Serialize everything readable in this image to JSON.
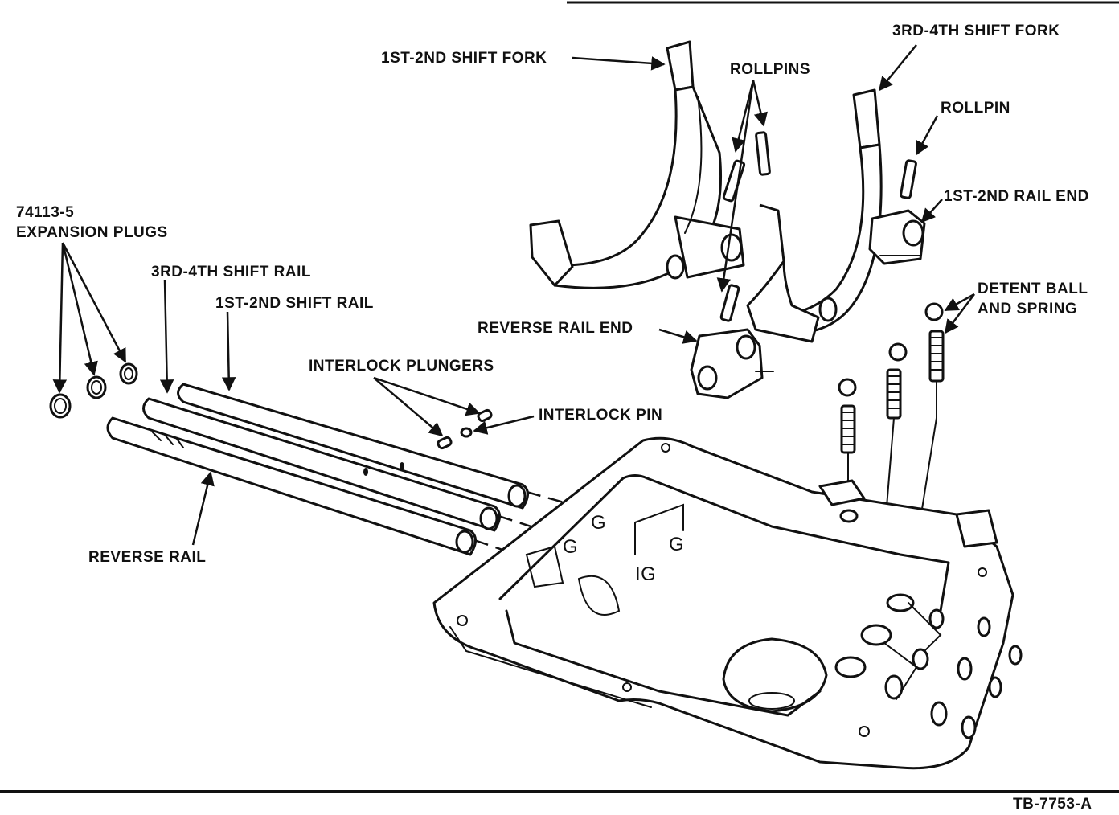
{
  "labels": {
    "fork_12": "1ST-2ND SHIFT FORK",
    "fork_34": "3RD-4TH SHIFT FORK",
    "rollpins": "ROLLPINS",
    "rollpin": "ROLLPIN",
    "rail_end_12": "1ST-2ND RAIL END",
    "plugs_part": "74113-5",
    "plugs_name": "EXPANSION PLUGS",
    "rail_34": "3RD-4TH SHIFT RAIL",
    "rail_12": "1ST-2ND SHIFT RAIL",
    "detent_1": "DETENT BALL",
    "detent_2": "AND SPRING",
    "reverse_rail_end": "REVERSE RAIL END",
    "interlock_plungers": "INTERLOCK PLUNGERS",
    "interlock_pin": "INTERLOCK PIN",
    "reverse_rail": "REVERSE RAIL",
    "figure_code": "TB-7753-A"
  },
  "colors": {
    "ink": "#111111",
    "paper": "#ffffff"
  }
}
